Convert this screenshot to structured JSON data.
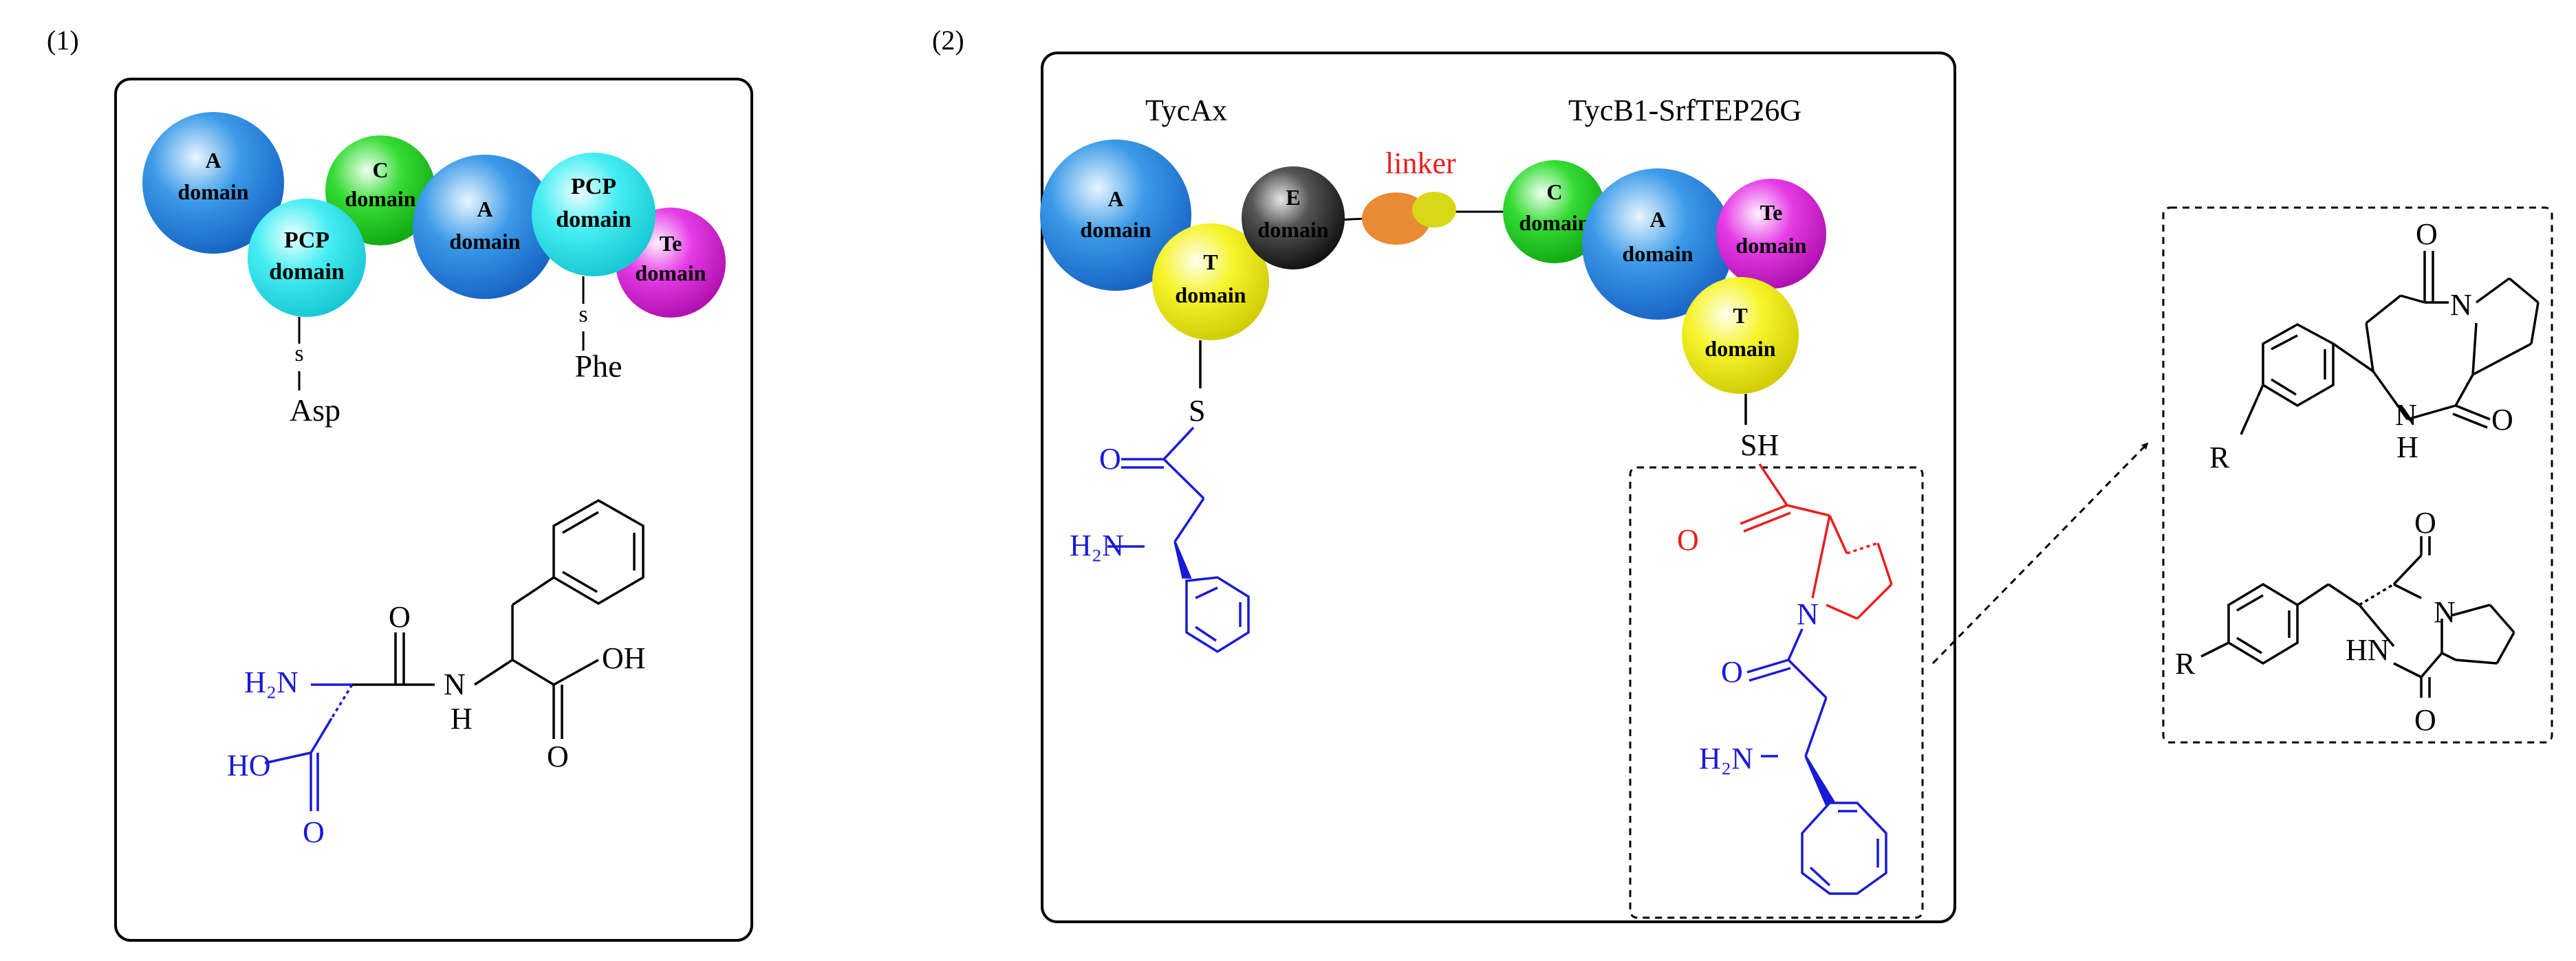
{
  "panel_labels": {
    "p1": "(1)",
    "p2": "(2)"
  },
  "colors": {
    "blue_domain": "#2f8de4",
    "cyan_domain": "#3ee8ec",
    "green_domain": "#2fd82f",
    "magenta_domain": "#e02ee0",
    "yellow_domain": "#f4f21a",
    "black_domain": "#333333",
    "linker_orange": "#e98a34",
    "linker_yellow": "#d8d818",
    "blue_structure": "#1a1ad6",
    "red_structure": "#ec1d1d",
    "black": "#000000"
  },
  "panel1": {
    "domains": {
      "a1": [
        "A",
        "domain"
      ],
      "pcp1": [
        "PCP",
        "domain"
      ],
      "c": [
        "C",
        "domain"
      ],
      "a2": [
        "A",
        "domain"
      ],
      "pcp2": [
        "PCP",
        "domain"
      ],
      "te": [
        "Te",
        "domain"
      ]
    },
    "tether1": {
      "s": "s",
      "aa": "Asp"
    },
    "tether2": {
      "s": "s",
      "aa": "Phe"
    },
    "molecule": {
      "h2n": "H₂N",
      "ho": "HO",
      "o1": "O",
      "o2": "O",
      "nh_n": "N",
      "nh_h": "H",
      "oh": "OH",
      "o3": "O"
    }
  },
  "panel2": {
    "title_left": "TycAx",
    "title_right": "TycB1-SrfTEP26G",
    "linker": "linker",
    "domains": {
      "a1": [
        "A",
        "domain"
      ],
      "t1": [
        "T",
        "domain"
      ],
      "e": [
        "E",
        "domain"
      ],
      "c": [
        "C",
        "domain"
      ],
      "a2": [
        "A",
        "domain"
      ],
      "te": [
        "Te",
        "domain"
      ],
      "t2": [
        "T",
        "domain"
      ]
    },
    "left_molecule": {
      "s": "S",
      "o": "O",
      "h2n": "H₂N"
    },
    "right_molecule": {
      "sh": "SH",
      "o_red": "O",
      "n": "N",
      "o_blue": "O",
      "h2n": "H₂N"
    }
  },
  "products": {
    "top": {
      "o1": "O",
      "n": "N",
      "r": "R",
      "nh_n": "N",
      "nh_h": "H",
      "o2": "O"
    },
    "bottom": {
      "o1": "O",
      "n": "N",
      "r": "R",
      "hn": "HN",
      "o2": "O"
    }
  }
}
